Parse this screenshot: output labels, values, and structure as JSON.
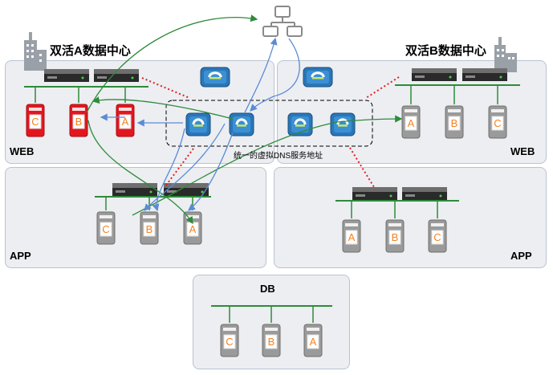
{
  "datacenter_a": {
    "title": "双活A数据中心",
    "web_label": "WEB",
    "app_label": "APP"
  },
  "datacenter_b": {
    "title": "双活B数据中心",
    "web_label": "WEB",
    "app_label": "APP"
  },
  "vip_caption": "统一的虚拟DNS服务地址",
  "db": {
    "label": "DB"
  },
  "server_letters": [
    "A",
    "B",
    "C"
  ],
  "colors": {
    "active": "#e3161e",
    "standby": "#9a9a9a",
    "letter": "#f58220",
    "blue_flow": "#5b8bd6",
    "green_flow": "#2e8b3a",
    "red_link": "#e02020",
    "device": "#2a77b8"
  }
}
